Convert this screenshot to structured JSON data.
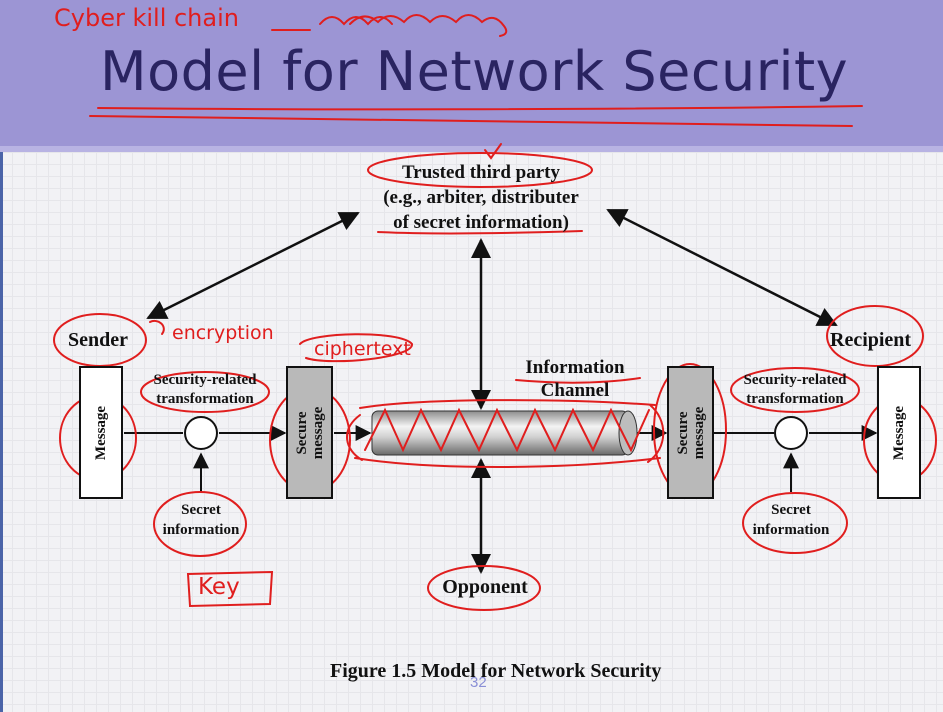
{
  "slide": {
    "title": "Model for Network Security",
    "page_number": "32",
    "annotation_top": "Cyber kill chain"
  },
  "diagram": {
    "ttp_line1": "Trusted third party",
    "ttp_line2": "(e.g., arbiter, distributer",
    "ttp_line3": "of secret information)",
    "sender": "Sender",
    "recipient": "Recipient",
    "message_left": "Message",
    "message_right": "Message",
    "secure_left_1": "Secure",
    "secure_left_2": "message",
    "secure_right_1": "Secure",
    "secure_right_2": "message",
    "srt_left_1": "Security-related",
    "srt_left_2": "transformation",
    "srt_right_1": "Security-related",
    "srt_right_2": "transformation",
    "secret_left_1": "Secret",
    "secret_left_2": "information",
    "secret_right_1": "Secret",
    "secret_right_2": "information",
    "channel_1": "Information",
    "channel_2": "Channel",
    "opponent": "Opponent",
    "caption": "Figure 1.5  Model for Network Security"
  },
  "annotations": {
    "encryption": "encryption",
    "ciphertext": "ciphertext",
    "key": "Key"
  },
  "colors": {
    "header": "#9c95d4",
    "title": "#2a2461",
    "ink": "#e01e1e"
  }
}
